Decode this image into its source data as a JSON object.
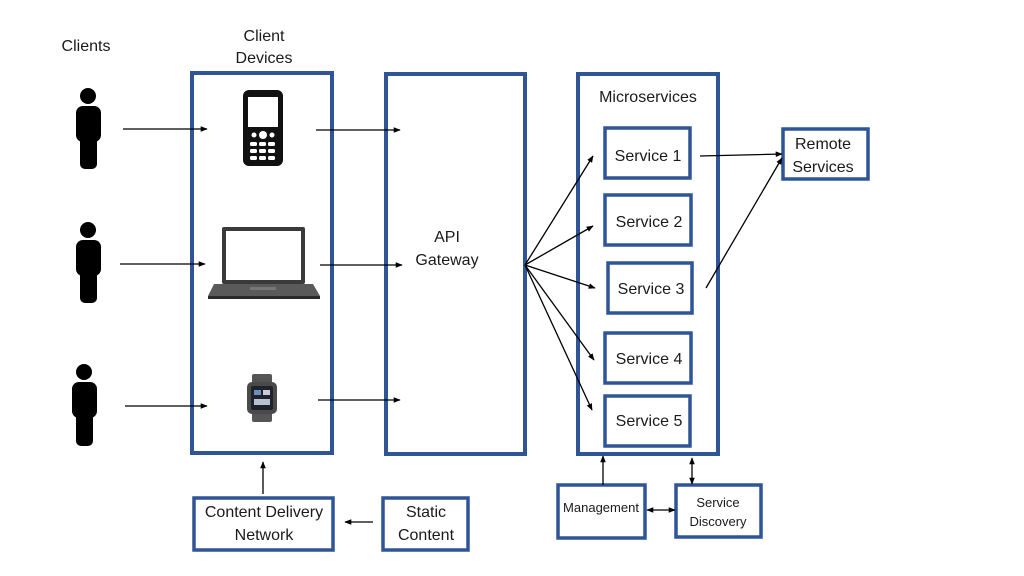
{
  "labels": {
    "clients": "Clients",
    "client_devices_line1": "Client",
    "client_devices_line2": "Devices",
    "api_line1": "API",
    "api_line2": "Gateway",
    "microservices": "Microservices",
    "remote_line1": "Remote",
    "remote_line2": "Services",
    "cdn_line1": "Content Delivery",
    "cdn_line2": "Network",
    "static_line1": "Static",
    "static_line2": "Content",
    "management": "Management",
    "discovery_line1": "Service",
    "discovery_line2": "Discovery"
  },
  "services": [
    "Service 1",
    "Service 2",
    "Service 3",
    "Service 4",
    "Service 5"
  ],
  "icons": {
    "clients": [
      "person-icon",
      "person-icon",
      "person-icon"
    ],
    "devices": [
      "mobile-phone-icon",
      "laptop-icon",
      "smartwatch-icon"
    ]
  },
  "colors": {
    "box_border": "#2f5597",
    "arrow": "#000000",
    "person": "#000000"
  }
}
